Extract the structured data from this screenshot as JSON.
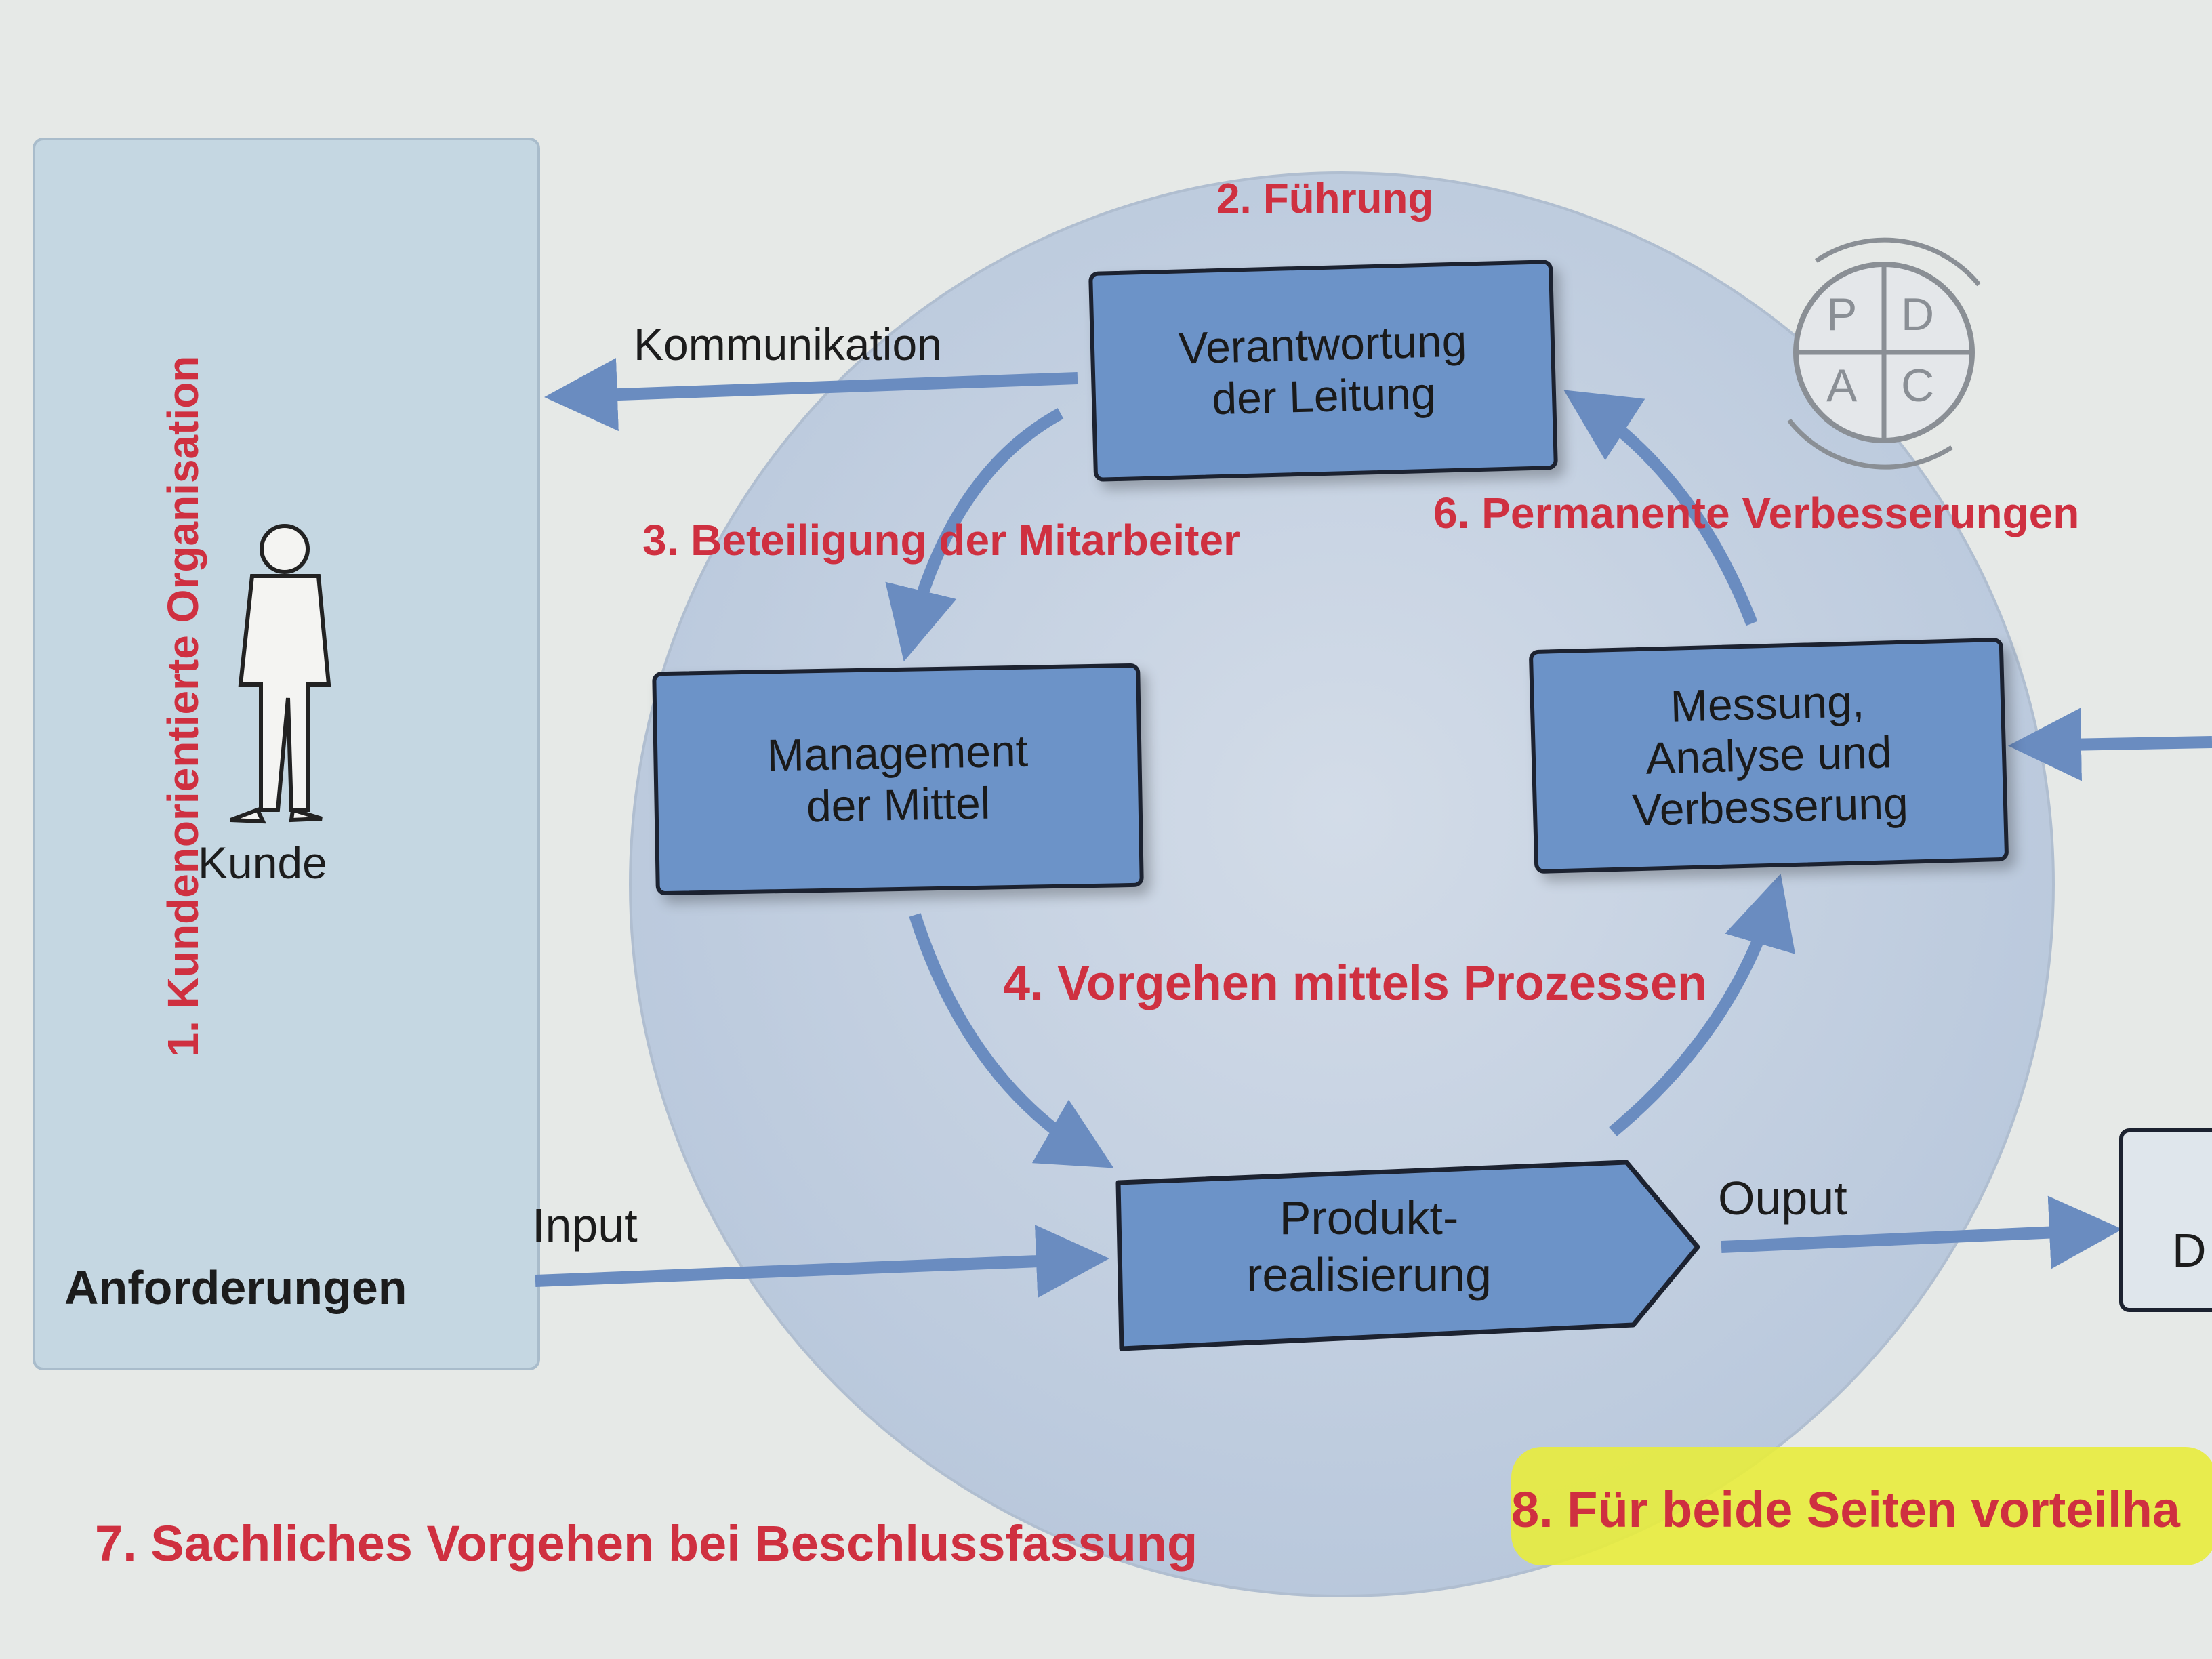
{
  "left_panel": {
    "vertical_label": "1. Kundenorientierte Organisation",
    "customer_label": "Kunde",
    "requirements_label": "Anforderungen"
  },
  "labels": {
    "fuehrung": "2. Führung",
    "beteiligung": "3. Beteiligung der Mitarbeiter",
    "prozesse": "4. Vorgehen mittels Prozessen",
    "verbesserungen": "6. Permanente Verbesserungen",
    "beschluss": "7. Sachliches Vorgehen bei Beschlussfassung",
    "vorteilhaft": "8. Für beide Seiten vorteilha"
  },
  "arrows": {
    "kommunikation": "Kommunikation",
    "input": "Input",
    "output": "Ouput"
  },
  "boxes": {
    "verantwortung": {
      "line1": "Verantwortung",
      "line2": "der Leitung"
    },
    "management": {
      "line1": "Management",
      "line2": "der Mittel"
    },
    "messung": {
      "line1": "Messung,",
      "line2": "Analyse und",
      "line3": "Verbesserung"
    },
    "produkt": {
      "line1": "Produkt-",
      "line2": "realisierung"
    },
    "cut_off_box": "D"
  },
  "pdca": {
    "p": "P",
    "d": "D",
    "a": "A",
    "c": "C"
  },
  "colors": {
    "box_fill": "#6c93c8",
    "circle_fill": "#c4d1e2",
    "panel_fill": "#c5d7e2",
    "label_red": "#cf3040",
    "highlight": "#e8ec3c",
    "arrow_blue": "#6a8cc0"
  }
}
